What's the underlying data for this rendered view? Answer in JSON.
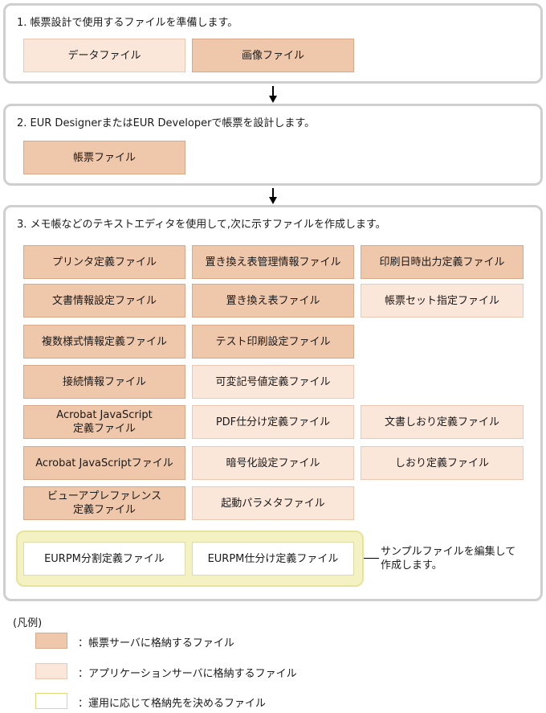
{
  "step1": {
    "title": "1. 帳票設計で使用するファイルを準備します。",
    "boxes": [
      "データファイル",
      "画像ファイル"
    ]
  },
  "step2": {
    "title": "2. EUR DesignerまたはEUR Developerで帳票を設計します。",
    "boxes": [
      "帳票ファイル"
    ]
  },
  "step3": {
    "title": "3. メモ帳などのテキストエディタを使用して,次に示すファイルを作成します。",
    "boxes": [
      "プリンタ定義ファイル",
      "置き換え表管理情報ファイル",
      "印刷日時出力定義ファイル",
      "文書情報設定ファイル",
      "置き換え表ファイル",
      "帳票セット指定ファイル",
      "複数様式情報定義ファイル",
      "テスト印刷設定ファイル",
      "接続情報ファイル",
      "可変記号値定義ファイル",
      "Acrobat JavaScript\n定義ファイル",
      "PDF仕分け定義ファイル",
      "文書しおり定義ファイル",
      "Acrobat JavaScriptファイル",
      "暗号化設定ファイル",
      "しおり定義ファイル",
      "ビューアプレファレンス\n定義ファイル",
      "起動パラメタファイル",
      "EURPM分割定義ファイル",
      "EURPM仕分け定義ファイル"
    ],
    "note": "サンプルファイルを編集して\n作成します。"
  },
  "legend": {
    "title": "(凡例)",
    "items": [
      "：帳票サーバに格納するファイル",
      "：アプリケーションサーバに格納するファイル",
      "：運用に応じて格納先を決めるファイル"
    ]
  },
  "colors": {
    "server_file": "#efc7ab",
    "app_server_file": "#fbe7da",
    "flexible_file": "#ffffff",
    "group_highlight": "#f4f1c2",
    "panel_border": "#cfcfcf"
  }
}
